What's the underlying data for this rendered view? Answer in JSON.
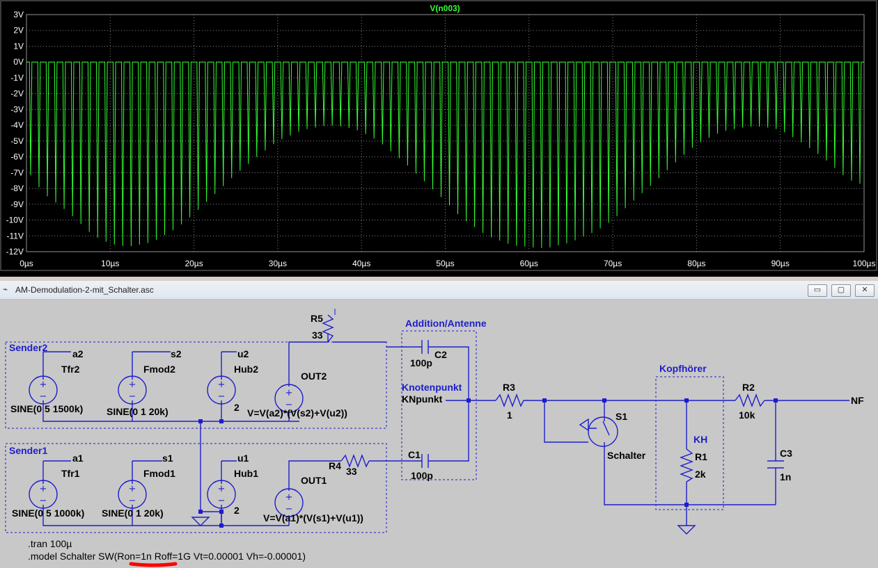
{
  "plot": {
    "trace_name": "V(n003)",
    "trace_color": "#33ff33",
    "background": "#000000",
    "y_ticks": [
      "3V",
      "2V",
      "1V",
      "0V",
      "-1V",
      "-2V",
      "-3V",
      "-4V",
      "-5V",
      "-6V",
      "-7V",
      "-8V",
      "-9V",
      "-10V",
      "-11V",
      "-12V"
    ],
    "x_ticks": [
      "0µs",
      "10µs",
      "20µs",
      "30µs",
      "40µs",
      "50µs",
      "60µs",
      "70µs",
      "80µs",
      "90µs",
      "100µs"
    ],
    "chart_data": {
      "type": "line",
      "title": "V(n003)",
      "xlim": [
        0,
        100
      ],
      "ylim": [
        -12,
        3
      ],
      "x_unit": "µs",
      "y_unit": "V",
      "series": [
        {
          "name": "V(n003)",
          "carrier_kHz": 1000,
          "upper_level_V": 0,
          "envelope_min_V": {
            "x": [
              0,
              2,
              5,
              8,
              10,
              12,
              15,
              18,
              20,
              22,
              25,
              28,
              30,
              33,
              36,
              38,
              40,
              42,
              45,
              48,
              50,
              52,
              55,
              58,
              60,
              62,
              65,
              68,
              70,
              72,
              75,
              78,
              80,
              83,
              86,
              88,
              90,
              92,
              95,
              98,
              100
            ],
            "y": [
              -6.8,
              -8.3,
              -9.5,
              -11.0,
              -11.5,
              -11.7,
              -11.4,
              -10.5,
              -9.6,
              -8.6,
              -7.1,
              -5.8,
              -5.0,
              -4.3,
              -4.0,
              -4.1,
              -4.4,
              -5.0,
              -6.3,
              -7.8,
              -8.8,
              -9.9,
              -11.0,
              -11.6,
              -11.7,
              -11.8,
              -11.4,
              -10.7,
              -10.0,
              -9.0,
              -7.6,
              -6.1,
              -5.2,
              -4.4,
              -4.1,
              -4.1,
              -4.3,
              -4.9,
              -6.0,
              -7.4,
              -7.8
            ]
          }
        }
      ]
    }
  },
  "window": {
    "title": "AM-Demodulation-2-mit_Schalter.asc",
    "app_icon": "ltspice-icon",
    "minimize_label": "▭",
    "maximize_label": "▢",
    "close_label": "✕"
  },
  "schematic": {
    "groups": {
      "sender2": "Sender2",
      "sender1": "Sender1",
      "addition": "Addition/Antenne",
      "knotenpunkt": "Knotenpunkt",
      "kopfhoerer": "Kopfhörer",
      "kh": "KH"
    },
    "net_labels": {
      "a2": "a2",
      "s2": "s2",
      "u2": "u2",
      "a1": "a1",
      "s1": "s1",
      "u1": "u1",
      "knpunkt": "KNpunkt",
      "nf": "NF"
    },
    "sources": {
      "tfr2": "Tfr2",
      "fmod2": "Fmod2",
      "hub2": "Hub2",
      "tfr1": "Tfr1",
      "fmod1": "Fmod1",
      "hub1": "Hub1",
      "tfr2_value": "SINE(0 5 1500k)",
      "fmod2_value": "SINE(0 1 20k)",
      "hub2_value": "2",
      "tfr1_value": "SINE(0 5 1000k)",
      "fmod1_value": "SINE(0 1 20k)",
      "hub1_value": "2",
      "out2": "OUT2",
      "out2_value": "V=V(a2)*(V(s2)+V(u2))",
      "out1": "OUT1",
      "out1_value": "V=V(a1)*(V(s1)+V(u1))"
    },
    "components": {
      "r5": "R5",
      "r5_value": "33",
      "r4": "R4",
      "r4_value": "33",
      "c2": "C2",
      "c2_value": "100p",
      "c1": "C1",
      "c1_value": "100p",
      "r3": "R3",
      "r3_value": "1",
      "s1": "S1",
      "s1_model": "Schalter",
      "r1": "R1",
      "r1_value": "2k",
      "r2": "R2",
      "r2_value": "10k",
      "c3": "C3",
      "c3_value": "1n"
    },
    "directives": {
      "tran": ".tran 100µ",
      "model": ".model Schalter SW(Ron=1n Roff=1G Vt=0.00001 Vh=-0.00001)"
    },
    "colors": {
      "wire": "#1d1dcc",
      "highlight": "#ff0000",
      "canvas": "#c8c8c8"
    }
  }
}
